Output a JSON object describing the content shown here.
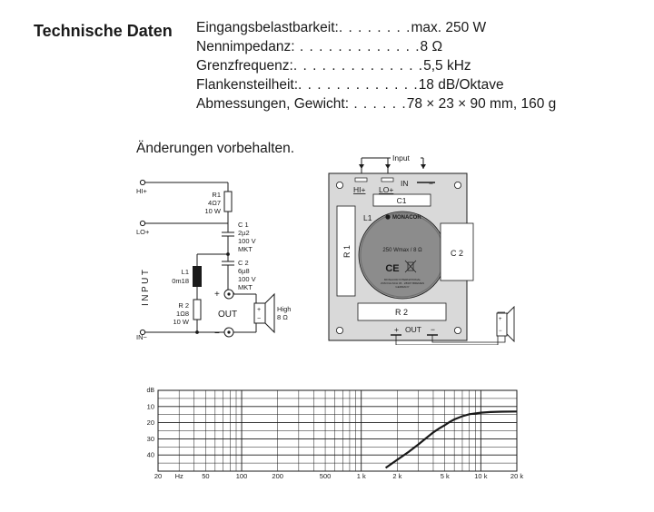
{
  "heading": "Technische Daten",
  "specs": [
    {
      "label": "Eingangsbelastbarkeit:",
      "dots": ". . . . . . . .",
      "value": "max. 250 W"
    },
    {
      "label": "Nennimpedanz:",
      "dots": " . . . . . . . . . . . . .",
      "value": "8 Ω"
    },
    {
      "label": "Grenzfrequenz:",
      "dots": ". . . . . . . . . . . . . .",
      "value": "5,5 kHz"
    },
    {
      "label": "Flankensteilheit:",
      "dots": ". . . . . . . . . . . . .",
      "value": "18 dB/Oktave"
    },
    {
      "label": "Abmessungen, Gewicht:",
      "dots": "  . . . . . .",
      "value": "78 × 23 × 90 mm, 160 g"
    }
  ],
  "note": "Änderungen vorbehalten.",
  "schematic": {
    "hi": "HI+",
    "lo": "LO+",
    "in_minus": "IN−",
    "input": "INPUT",
    "r1": [
      "R1",
      "4Ω7",
      "10 W"
    ],
    "c1": [
      "C 1",
      "2µ2",
      "100 V",
      "MKT"
    ],
    "c2": [
      "C 2",
      "6µ8",
      "100 V",
      "MKT"
    ],
    "l1": [
      "L1",
      "0m18"
    ],
    "r2": [
      "R 2",
      "1Ω8",
      "10 W"
    ],
    "out": "OUT",
    "plus": "+",
    "minus": "−",
    "high": [
      "High",
      "8 Ω"
    ]
  },
  "board": {
    "input": "Input",
    "in": "IN",
    "hi": "HI+",
    "lo": "LO+",
    "minus": "−",
    "c1": "C1",
    "c2": "C 2",
    "l1": "L1",
    "r1": "R 1",
    "r2": "R 2",
    "brand": "MONACOR",
    "rating": "250 Wmax / 8 Ω",
    "ce": "CE",
    "fine": [
      "MONACOR INTERNATIONAL",
      "ZUM FALSCH 36 · 28307 BREMEN",
      "GERMANY"
    ],
    "out_plus": "+",
    "out": "OUT",
    "out_minus": "−"
  },
  "chart_data": {
    "type": "line",
    "title": "",
    "ylabel": "dB",
    "xlabel": "Hz",
    "xscale": "log",
    "xlim": [
      20,
      20000
    ],
    "ylim": [
      0,
      50
    ],
    "y_inverted": true,
    "y_ticks": [
      10,
      20,
      30,
      40
    ],
    "x_tick_labels": [
      {
        "v": 20,
        "t": "20"
      },
      {
        "v": 30,
        "t": "Hz"
      },
      {
        "v": 50,
        "t": "50"
      },
      {
        "v": 100,
        "t": "100"
      },
      {
        "v": 200,
        "t": "200"
      },
      {
        "v": 500,
        "t": "500"
      },
      {
        "v": 1000,
        "t": "1 k"
      },
      {
        "v": 2000,
        "t": "2 k"
      },
      {
        "v": 5000,
        "t": "5 k"
      },
      {
        "v": 10000,
        "t": "10 k"
      },
      {
        "v": 20000,
        "t": "20 k"
      }
    ],
    "series": [
      {
        "x": [
          1600,
          2000,
          2500,
          3000,
          3500,
          4000,
          4500,
          5000,
          5500,
          6000,
          7000,
          8000,
          10000,
          12000,
          15000,
          20000
        ],
        "y": [
          48,
          43,
          38,
          33.5,
          29.5,
          26,
          23.5,
          21.5,
          19.5,
          18,
          16,
          14.8,
          13.8,
          13.4,
          13.2,
          13.1
        ]
      }
    ],
    "grid": true
  }
}
